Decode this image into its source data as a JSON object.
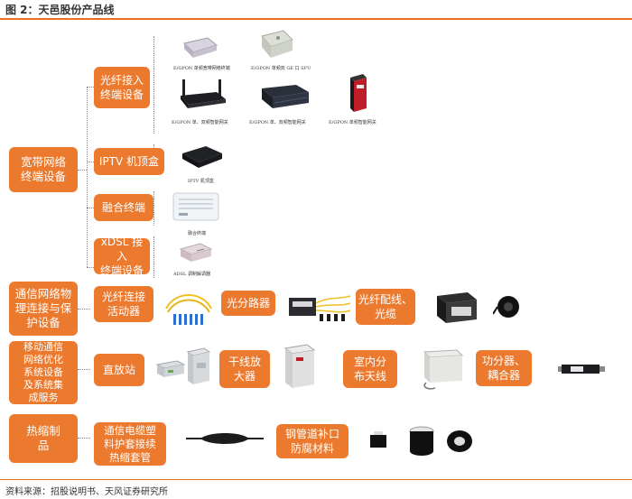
{
  "figure": {
    "title": "图 2：天邑股份产品线",
    "source": "资料来源：招股说明书、天风证券研究所"
  },
  "colors": {
    "accent": "#ec7a2e",
    "connector": "#8a8a8a"
  },
  "categories": {
    "broadband": "宽带网络\n终端设备",
    "comm": "通信网络物\n理连接与保\n护设备",
    "mobile": "移动通信\n网络优化\n系统设备\n及系统集\n成服务",
    "heat": "热缩制\n品"
  },
  "subcategories": {
    "fiber_access": "光纤接入\n终端设备",
    "iptv": "IPTV 机顶盒",
    "fusion": "融合终端",
    "xdsl": "xDSL 接入\n终端设备",
    "fiber_connector": "光纤连接\n活动器",
    "splitter": "光分路器",
    "wiring": "光纤配线、\n光缆",
    "repeater": "直放站",
    "trunk_amp": "干线放\n大器",
    "indoor_antenna": "室内分\n布天线",
    "power_divider": "功分器、\n耦合器",
    "cable_heat": "通信电缆塑\n料护套接续\n热缩套管",
    "steel_pipe": "钢管道补口\n防腐材料"
  },
  "captions": {
    "onu1": "E/GPON 单频宽带网络终端",
    "onu2": "E/GPON 单频双 GE 口 SFU",
    "gw1": "E/GPON 单、双频智能网关",
    "gw2": "E/GPON 单、双频智能网关",
    "gw3": "E/GPON 单频智能网关",
    "iptv": "IPTV 机顶盒",
    "fusion": "融合终端",
    "adsl": "ADSL 调制解调器"
  }
}
